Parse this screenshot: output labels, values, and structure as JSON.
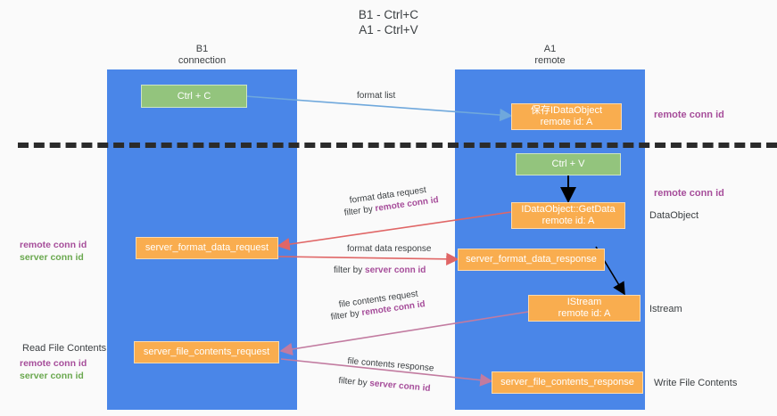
{
  "title": "B1 - Ctrl+C\nA1 - Ctrl+V",
  "lanes": [
    {
      "name": "left-lane",
      "title": "B1\nconnection"
    },
    {
      "name": "right-lane",
      "title": "A1\nremote"
    }
  ],
  "boxes": {
    "ctrl_c": "Ctrl + C",
    "save_idataobject": "保存IDataObject\nremote id: A",
    "ctrl_v": "Ctrl + V",
    "getdata": "IDataObject::GetData\nremote id: A",
    "server_format_data_request": "server_format_data_request",
    "server_format_data_response": "server_format_data_response",
    "istream": "IStream\nremote id: A",
    "server_file_contents_request": "server_file_contents_request",
    "server_file_contents_response": "server_file_contents_response"
  },
  "side_labels": {
    "remote_conn_id_top": "remote conn id",
    "remote_conn_id_mid": "remote conn id",
    "dataobject": "DataObject",
    "istream": "Istream",
    "write_file_contents": "Write File Contents",
    "read_file_contents": "Read File Contents"
  },
  "left_legend_mid": {
    "remote": "remote conn id",
    "server": "server conn id"
  },
  "left_legend_bottom": {
    "remote": "remote conn id",
    "server": "server conn id"
  },
  "annotations": {
    "format_list": "format list",
    "format_data_request": "format data request",
    "format_data_request_filter_prefix": "filter by ",
    "format_data_request_filter_key": "remote conn id",
    "format_data_response": "format data response",
    "format_data_response_filter_prefix": "filter by ",
    "format_data_response_filter_key": "server conn id",
    "file_contents_request": "file contents request",
    "file_contents_request_filter_prefix": "filter by ",
    "file_contents_request_filter_key": "remote conn id",
    "file_contents_response": "file contents response",
    "file_contents_response_filter_prefix": "filter by ",
    "file_contents_response_filter_key": "server conn id"
  },
  "colors": {
    "lane": "#4a86e8",
    "green_box": "#93c47d",
    "orange_box": "#f9ad4f",
    "purple_text": "#a64d9a",
    "green_text": "#6aa84f",
    "arrow_blue": "#6fa8dc",
    "arrow_red": "#e06666",
    "arrow_magenta": "#c27ba0",
    "arrow_black": "#000000",
    "separator": "#2b2b2b",
    "background": "#fafafa"
  }
}
